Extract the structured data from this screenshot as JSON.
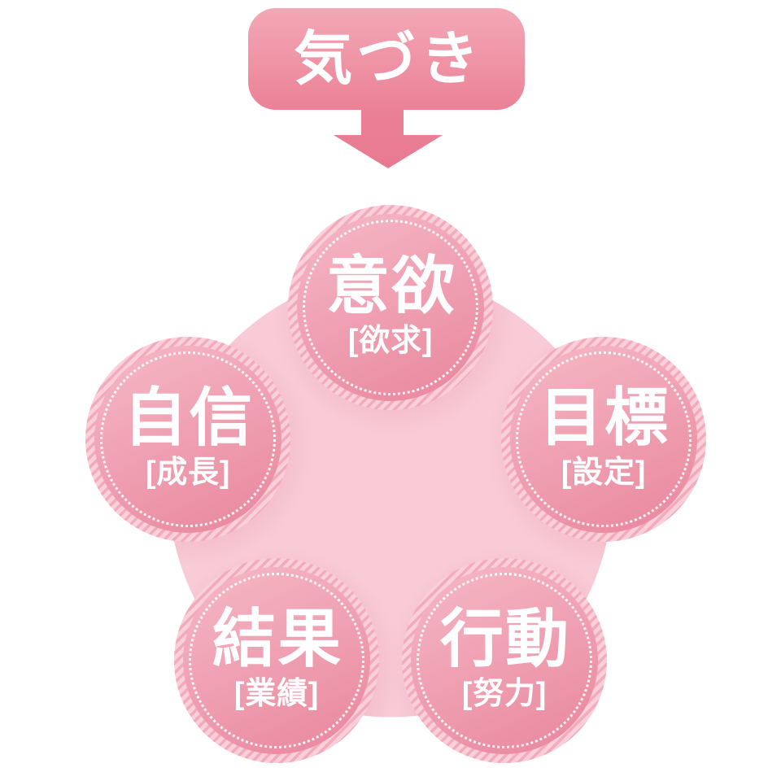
{
  "banner": {
    "label": "気づき"
  },
  "cycle": {
    "items": [
      {
        "label": "意欲",
        "sublabel": "[欲求]",
        "position": "top"
      },
      {
        "label": "目標",
        "sublabel": "[設定]",
        "position": "right"
      },
      {
        "label": "行動",
        "sublabel": "[努力]",
        "position": "bottom-right"
      },
      {
        "label": "結果",
        "sublabel": "[業績]",
        "position": "bottom-left"
      },
      {
        "label": "自信",
        "sublabel": "[成長]",
        "position": "left"
      }
    ]
  },
  "colors": {
    "banner-gradient-top": "#f3a8b6",
    "banner-gradient-bottom": "#eb8196",
    "arrow-fill": "#ea7e93",
    "blob-fill": "#f8cbd7",
    "ring-stripe-light": "#f9d0da",
    "ring-stripe-dark": "#f3aaba",
    "circle-gradient-light": "#f6b9c6",
    "circle-gradient-mid": "#efa0b2",
    "circle-gradient-dark": "#e9869c",
    "dotted-border": "#ffffff",
    "text": "#ffffff"
  }
}
